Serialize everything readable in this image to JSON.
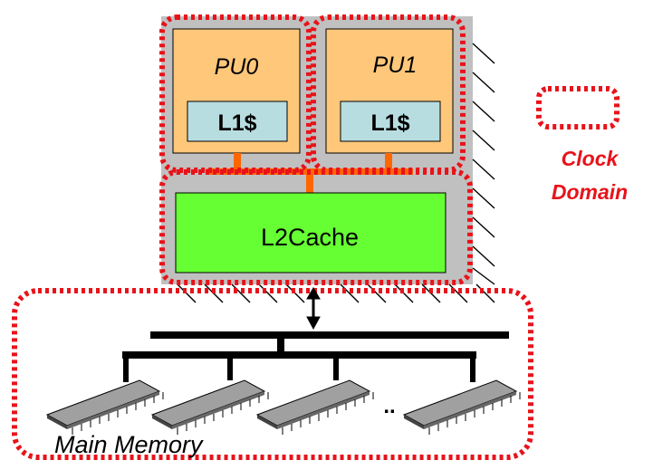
{
  "processors": [
    {
      "name": "PU0",
      "cache": "L1$"
    },
    {
      "name": "PU1",
      "cache": "L1$"
    }
  ],
  "l2_cache_label": "L2Cache",
  "main_memory_label": "Main Memory",
  "legend": {
    "line1": "Clock",
    "line2": "Domain"
  },
  "ellipsis": "..",
  "colors": {
    "processor_fill": "#fec77a",
    "l1_fill": "#b8dde0",
    "l2_fill": "#66ff33",
    "chip_gray": "#c0c0c0",
    "clock_domain": "#e8131a",
    "interconnect": "#ff6600",
    "legend_text": "#e8131a"
  },
  "icons": [
    "memory-chip-icon",
    "bidirectional-arrow-icon",
    "ground-hatch-icon"
  ]
}
